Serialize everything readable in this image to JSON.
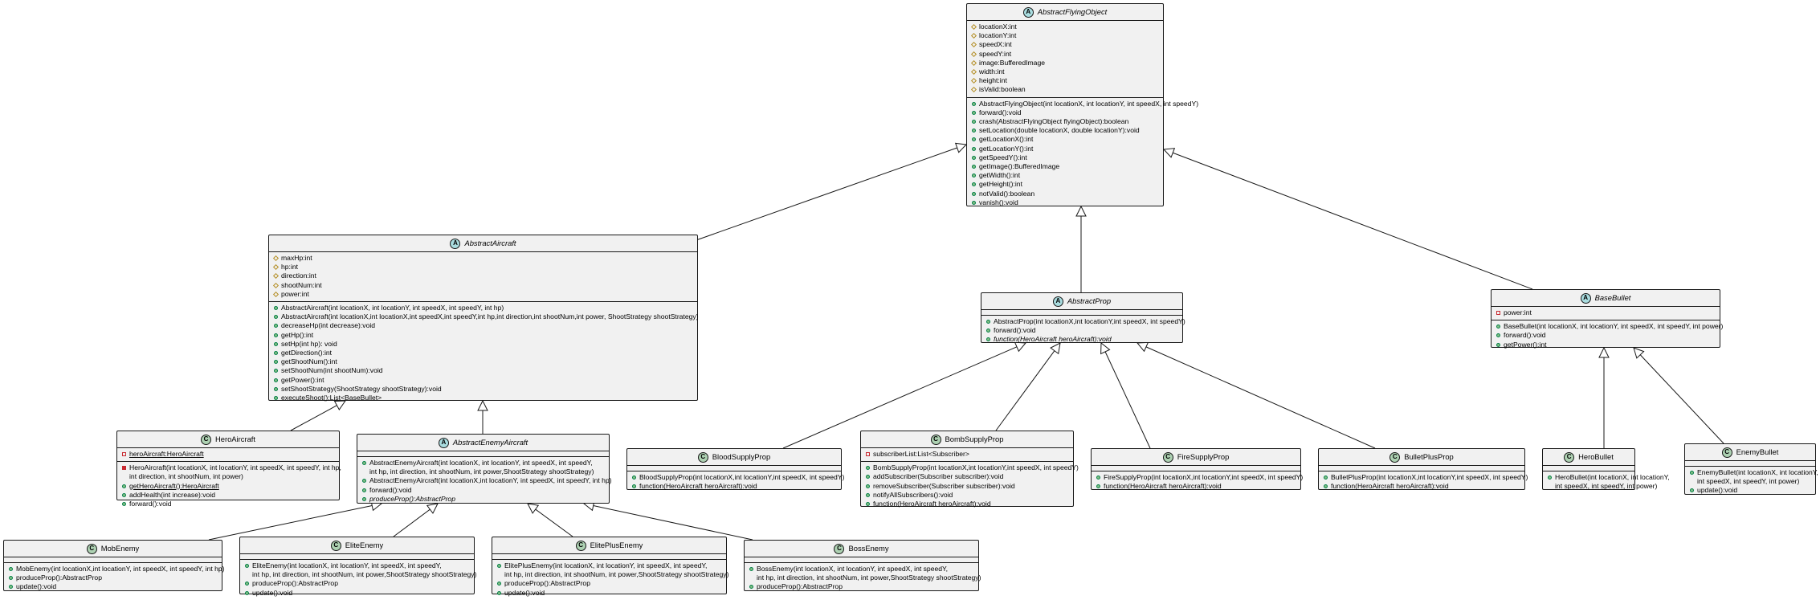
{
  "classes": {
    "afo": {
      "name": "AbstractFlyingObject",
      "kind": "A",
      "fields": [
        {
          "v": "prot",
          "t": "locationX:int"
        },
        {
          "v": "prot",
          "t": "locationY:int"
        },
        {
          "v": "prot",
          "t": "speedX:int"
        },
        {
          "v": "prot",
          "t": "speedY:int"
        },
        {
          "v": "prot",
          "t": "image:BufferedImage"
        },
        {
          "v": "prot",
          "t": "width:int"
        },
        {
          "v": "prot",
          "t": "height:int"
        },
        {
          "v": "prot",
          "t": "isValid:boolean"
        }
      ],
      "methods": [
        {
          "v": "pub",
          "t": "AbstractFlyingObject(int locationX, int locationY, int speedX, int speedY)"
        },
        {
          "v": "pub",
          "t": "forward():void"
        },
        {
          "v": "pub",
          "t": "crash(AbstractFlyingObject flyingObject):boolean"
        },
        {
          "v": "pub",
          "t": "setLocation(double locationX, double locationY):void"
        },
        {
          "v": "pub",
          "t": "getLocationX():int"
        },
        {
          "v": "pub",
          "t": "getLocationY():int"
        },
        {
          "v": "pub",
          "t": "getSpeedY():int"
        },
        {
          "v": "pub",
          "t": "getImage():BufferedImage"
        },
        {
          "v": "pub",
          "t": "getWidth():int"
        },
        {
          "v": "pub",
          "t": "getHeight():int"
        },
        {
          "v": "pub",
          "t": "notValid():boolean"
        },
        {
          "v": "pub",
          "t": "vanish():void"
        }
      ]
    },
    "aa": {
      "name": "AbstractAircraft",
      "kind": "A",
      "fields": [
        {
          "v": "prot",
          "t": "maxHp:int"
        },
        {
          "v": "prot",
          "t": "hp:int"
        },
        {
          "v": "prot",
          "t": "direction:int"
        },
        {
          "v": "prot",
          "t": "shootNum:int"
        },
        {
          "v": "prot",
          "t": "power:int"
        }
      ],
      "methods": [
        {
          "v": "pub",
          "t": "AbstractAircraft(int locationX, int locationY, int speedX, int speedY, int hp)"
        },
        {
          "v": "pub",
          "t": "AbstractAircraft(int locationX,int locationX,int speedX,int speedY,int hp,int direction,int shootNum,int power,  ShootStrategy shootStrategy)"
        },
        {
          "v": "pub",
          "t": "decreaseHp(int decrease):void"
        },
        {
          "v": "pub",
          "t": "getHp():int"
        },
        {
          "v": "pub",
          "t": "setHp(int hp): void"
        },
        {
          "v": "pub",
          "t": "getDirection():int"
        },
        {
          "v": "pub",
          "t": "getShootNum():int"
        },
        {
          "v": "pub",
          "t": "setShootNum(int shootNum):void"
        },
        {
          "v": "pub",
          "t": "getPower():int"
        },
        {
          "v": "pub",
          "t": "setShootStrategy(ShootStrategy shootStrategy):void"
        },
        {
          "v": "pub",
          "t": "executeShoot():List<BaseBullet>"
        }
      ]
    },
    "ap": {
      "name": "AbstractProp",
      "kind": "A",
      "fields": [],
      "methods": [
        {
          "v": "pub",
          "t": "AbstractProp(int locationX,int locationY,int speedX, int speedY)"
        },
        {
          "v": "pub",
          "t": "forward():void"
        },
        {
          "v": "pub",
          "t": "function(HeroAircraft heroAircraft):void",
          "s": "abstract"
        }
      ]
    },
    "bb": {
      "name": "BaseBullet",
      "kind": "A",
      "fields": [
        {
          "v": "privo",
          "t": "power:int"
        }
      ],
      "methods": [
        {
          "v": "pub",
          "t": "BaseBullet(int locationX, int locationY, int speedX, int speedY, int power)"
        },
        {
          "v": "pub",
          "t": "forward():void"
        },
        {
          "v": "pub",
          "t": "getPower():int"
        }
      ]
    },
    "ha": {
      "name": "HeroAircraft",
      "kind": "C",
      "fields": [
        {
          "v": "privo",
          "t": "heroAircraft:HeroAircraft",
          "s": "static"
        }
      ],
      "methods": [
        {
          "v": "priv",
          "t": "HeroAircraft(int locationX, int locationY, int speedX, int speedY, int hp,",
          "c": "int direction, int shootNum, int power)"
        },
        {
          "v": "pub",
          "t": "getHeroAircraft():HeroAircraft",
          "s": "static"
        },
        {
          "v": "pub",
          "t": "addHealth(int increase):void"
        },
        {
          "v": "pub",
          "t": "forward():void"
        }
      ]
    },
    "aea": {
      "name": "AbstractEnemyAircraft",
      "kind": "A",
      "fields": [],
      "methods": [
        {
          "v": "pub",
          "t": "AbstractEnemyAircraft(int locationX, int locationY, int speedX, int speedY,",
          "c": "int hp, int direction, int shootNum, int power,ShootStrategy shootStrategy)"
        },
        {
          "v": "pub",
          "t": "AbstractEnemyAircraft(int locationX,int locationY, int speedX, int speedY, int hp)"
        },
        {
          "v": "pub",
          "t": "forward():void"
        },
        {
          "v": "pub",
          "t": "produceProp():AbstractProp",
          "s": "abstract"
        }
      ]
    },
    "bsp": {
      "name": "BloodSupplyProp",
      "kind": "C",
      "fields": [],
      "methods": [
        {
          "v": "pub",
          "t": "BloodSupplyProp(int locationX,int locationY,int speedX, int speedY)"
        },
        {
          "v": "pub",
          "t": "function(HeroAircraft heroAircraft):void"
        }
      ]
    },
    "bmb": {
      "name": "BombSupplyProp",
      "kind": "C",
      "fields": [
        {
          "v": "privo",
          "t": "subscriberList:List<Subscriber>"
        }
      ],
      "methods": [
        {
          "v": "pub",
          "t": "BombSupplyProp(int locationX,int locationY,int speedX, int speedY)"
        },
        {
          "v": "pub",
          "t": "addSubscriber(Subscriber subscriber):void"
        },
        {
          "v": "pub",
          "t": "removeSubscriber(Subscriber subscriber):void"
        },
        {
          "v": "pub",
          "t": "notifyAllSubscribers():void"
        },
        {
          "v": "pub",
          "t": "function(HeroAircraft heroAircraft):void"
        }
      ]
    },
    "fsp": {
      "name": "FireSupplyProp",
      "kind": "C",
      "fields": [],
      "methods": [
        {
          "v": "pub",
          "t": "FireSupplyProp(int locationX,int locationY,int speedX, int speedY)"
        },
        {
          "v": "pub",
          "t": "function(HeroAircraft heroAircraft):void"
        }
      ]
    },
    "bpp": {
      "name": "BulletPlusProp",
      "kind": "C",
      "fields": [],
      "methods": [
        {
          "v": "pub",
          "t": "BulletPlusProp(int locationX,int locationY,int speedX, int speedY)"
        },
        {
          "v": "pub",
          "t": "function(HeroAircraft heroAircraft):void"
        }
      ]
    },
    "hb": {
      "name": "HeroBullet",
      "kind": "C",
      "fields": [],
      "methods": [
        {
          "v": "pub",
          "t": "HeroBullet(int locationX, int locationY,",
          "c": "int speedX, int speedY, int power)"
        }
      ]
    },
    "eb": {
      "name": "EnemyBullet",
      "kind": "C",
      "fields": [],
      "methods": [
        {
          "v": "pub",
          "t": "EnemyBullet(int locationX, int locationY,",
          "c": "int speedX, int speedY, int power)"
        },
        {
          "v": "pub",
          "t": "update():void"
        }
      ]
    },
    "me": {
      "name": "MobEnemy",
      "kind": "C",
      "fields": [],
      "methods": [
        {
          "v": "pub",
          "t": "MobEnemy(int locationX,int locationY, int speedX, int speedY, int hp)"
        },
        {
          "v": "pub",
          "t": "produceProp():AbstractProp"
        },
        {
          "v": "pub",
          "t": "update():void"
        }
      ]
    },
    "ee": {
      "name": "EliteEnemy",
      "kind": "C",
      "fields": [],
      "methods": [
        {
          "v": "pub",
          "t": "EliteEnemy(int locationX, int locationY, int speedX, int speedY,",
          "c": "int hp, int direction, int shootNum, int power,ShootStrategy shootStrategy)"
        },
        {
          "v": "pub",
          "t": "produceProp():AbstractProp"
        },
        {
          "v": "pub",
          "t": "update():void"
        }
      ]
    },
    "epe": {
      "name": "ElitePlusEnemy",
      "kind": "C",
      "fields": [],
      "methods": [
        {
          "v": "pub",
          "t": "ElitePlusEnemy(int locationX, int locationY, int speedX, int speedY,",
          "c": "int hp, int direction, int shootNum, int power,ShootStrategy shootStrategy)"
        },
        {
          "v": "pub",
          "t": "produceProp():AbstractProp"
        },
        {
          "v": "pub",
          "t": "update():void"
        }
      ]
    },
    "be": {
      "name": "BossEnemy",
      "kind": "C",
      "fields": [],
      "methods": [
        {
          "v": "pub",
          "t": "BossEnemy(int locationX, int locationY, int speedX, int speedY,",
          "c": "int hp, int direction, int shootNum, int power,ShootStrategy shootStrategy)"
        },
        {
          "v": "pub",
          "t": "produceProp():AbstractProp"
        }
      ]
    }
  },
  "relations": [
    {
      "from": "aa",
      "to": "afo",
      "type": "extends"
    },
    {
      "from": "ap",
      "to": "afo",
      "type": "extends"
    },
    {
      "from": "bb",
      "to": "afo",
      "type": "extends"
    },
    {
      "from": "ha",
      "to": "aa",
      "type": "extends"
    },
    {
      "from": "aea",
      "to": "aa",
      "type": "extends"
    },
    {
      "from": "bsp",
      "to": "ap",
      "type": "extends"
    },
    {
      "from": "bmb",
      "to": "ap",
      "type": "extends"
    },
    {
      "from": "fsp",
      "to": "ap",
      "type": "extends"
    },
    {
      "from": "bpp",
      "to": "ap",
      "type": "extends"
    },
    {
      "from": "hb",
      "to": "bb",
      "type": "extends"
    },
    {
      "from": "eb",
      "to": "bb",
      "type": "extends"
    },
    {
      "from": "me",
      "to": "aea",
      "type": "extends"
    },
    {
      "from": "ee",
      "to": "aea",
      "type": "extends"
    },
    {
      "from": "epe",
      "to": "aea",
      "type": "extends"
    },
    {
      "from": "be",
      "to": "aea",
      "type": "extends"
    }
  ],
  "colors": {
    "class_fill": "#f1f1f1",
    "border": "#181818",
    "abstract_badge": "#a9dcdf",
    "class_badge": "#add1b2",
    "protected": "#b38d22",
    "public": "#84be84",
    "private": "#c82930"
  }
}
